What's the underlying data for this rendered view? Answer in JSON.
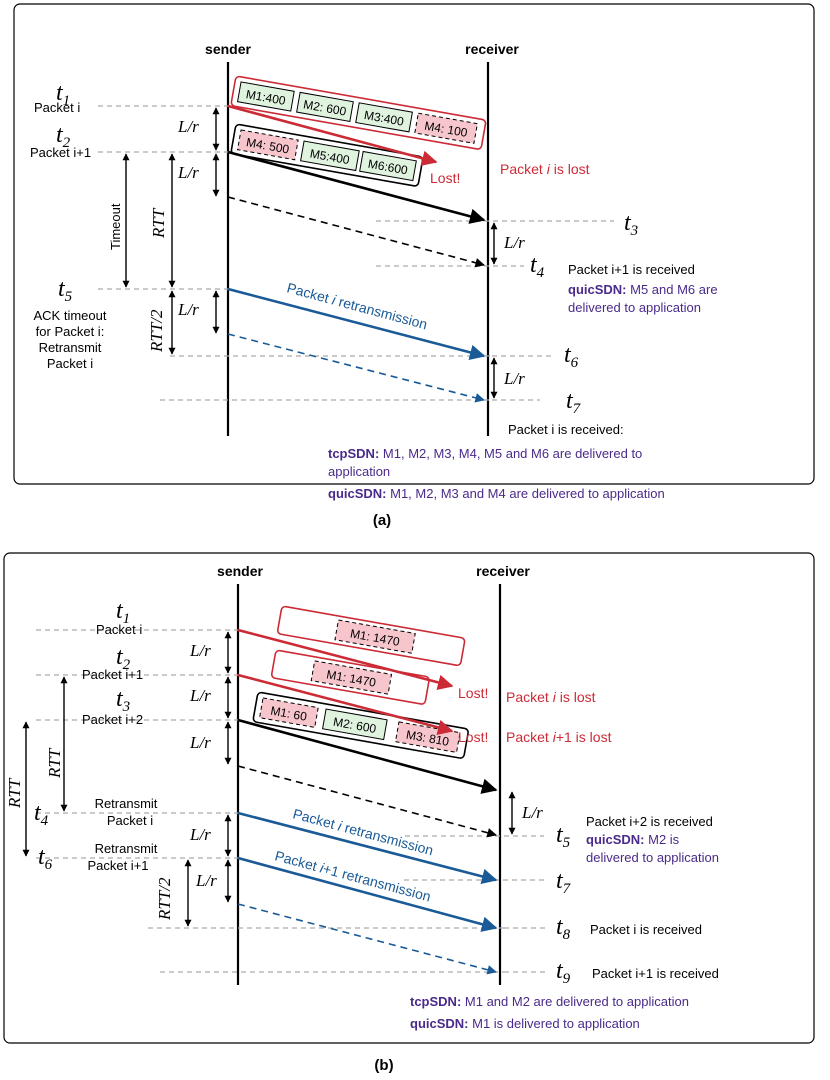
{
  "panel_a": {
    "caption": "(a)",
    "sender": "sender",
    "receiver": "receiver",
    "time_labels": [
      "t1",
      "t2",
      "t3",
      "t4",
      "t5",
      "t6",
      "t7"
    ],
    "packet_i": "Packet i",
    "packet_i1": "Packet i+1",
    "lr": "L/r",
    "rtt": "RTT",
    "rtt_half": "RTT/2",
    "timeout": "Timeout",
    "packet1_msgs": [
      "M1:400",
      "M2: 600",
      "M3:400",
      "M4: 100"
    ],
    "packet2_msgs": [
      "M4: 500",
      "M5:400",
      "M6:600"
    ],
    "lost": "Lost!",
    "lost_note": "Packet i is lost",
    "ack_timeout": [
      "ACK timeout",
      "for Packet i:",
      "Retransmit",
      "Packet i"
    ],
    "retx_label": "Packet i retransmission",
    "recv_i1": "Packet i+1 is received",
    "quic_a1_bold": "quicSDN:",
    "quic_a1_rest": "M5 and M6 are",
    "quic_a1_line2": "delivered to application",
    "recv_i": "Packet i is received:",
    "tcp_a_bold": "tcpSDN:",
    "tcp_a_rest": "M1, M2, M3, M4, M5 and M6 are delivered to",
    "tcp_a_line2": "application",
    "quic_a2_bold": "quicSDN:",
    "quic_a2_rest": "M1, M2, M3 and M4 are delivered to application"
  },
  "panel_b": {
    "caption": "(b)",
    "sender": "sender",
    "receiver": "receiver",
    "packet_i": "Packet i",
    "packet_i1": "Packet i+1",
    "packet_i2": "Packet i+2",
    "lr": "L/r",
    "rtt": "RTT",
    "rtt_half": "RTT/2",
    "p1_msg": "M1: 1470",
    "p2_msg": "M1: 1470",
    "p3_msgs": [
      "M1: 60",
      "M2: 600",
      "M3: 810"
    ],
    "lost": "Lost!",
    "lost_i": "Packet i is lost",
    "lost_i1": "Packet i+1 is lost",
    "retx_i": [
      "Retransmit",
      "Packet i"
    ],
    "retx_i1": [
      "Retransmit",
      "Packet i+1"
    ],
    "retx_label_i": "Packet i retransmission",
    "retx_label_i1": "Packet i+1 retransmission",
    "recv_i2": "Packet i+2 is received",
    "quic_b1_bold": "quicSDN:",
    "quic_b1_rest": "M2 is",
    "quic_b1_line2": "delivered to application",
    "recv_i": "Packet i is received",
    "recv_i1": "Packet i+1 is received",
    "tcp_b_bold": "tcpSDN:",
    "tcp_b_rest": "M1 and M2 are delivered to application",
    "quic_b2_bold": "quicSDN:",
    "quic_b2_rest": "M1 is delivered to application"
  },
  "colors": {
    "red": "#cc2b36",
    "blue": "#1a5a96",
    "purple": "#4a2a8a",
    "green_fill": "#dff3df",
    "pink_fill": "#f7c6cc",
    "grey_dash": "#aaaaaa"
  }
}
